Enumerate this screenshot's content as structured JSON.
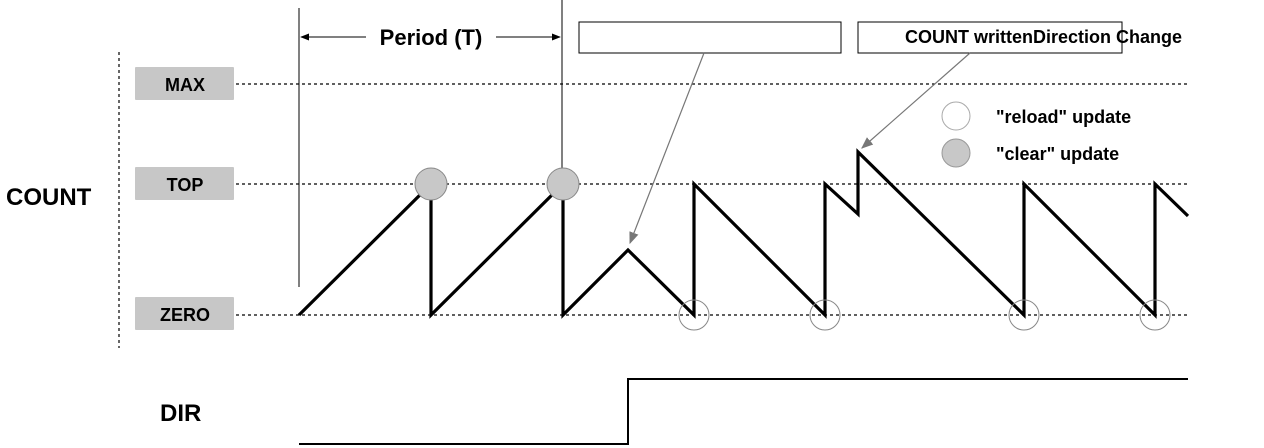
{
  "labels": {
    "count_axis": "COUNT",
    "dir_axis": "DIR",
    "period": "Period (T)",
    "callout_text": "COUNT writtenDirection Change",
    "callout_left_text": ""
  },
  "levels": {
    "max": "MAX",
    "top": "TOP",
    "zero": "ZERO"
  },
  "legend": {
    "reload": "\"reload\" update",
    "clear": "\"clear\" update"
  },
  "colors": {
    "line": "#000000",
    "level_box": "#c7c7c7",
    "clear_marker": "#c8c8c8",
    "reload_marker": "#ffffff",
    "pointer": "#777777"
  },
  "markers": {
    "clear_icon": "filled-circle-icon",
    "reload_icon": "hollow-circle-icon"
  }
}
